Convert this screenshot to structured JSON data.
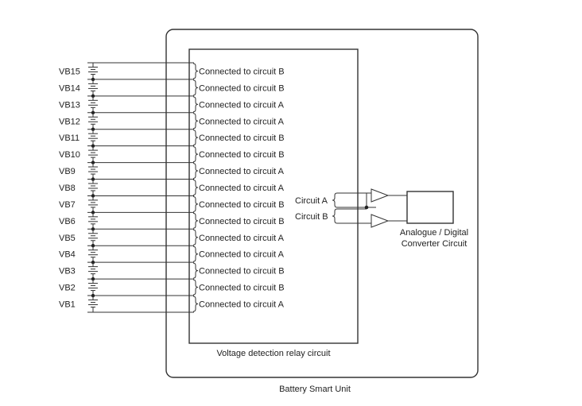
{
  "cells": [
    {
      "label": "VB15",
      "circuit": "Connected to circuit B"
    },
    {
      "label": "VB14",
      "circuit": "Connected to circuit B"
    },
    {
      "label": "VB13",
      "circuit": "Connected to circuit A"
    },
    {
      "label": "VB12",
      "circuit": "Connected to circuit A"
    },
    {
      "label": "VB11",
      "circuit": "Connected to circuit B"
    },
    {
      "label": "VB10",
      "circuit": "Connected to circuit B"
    },
    {
      "label": "VB9",
      "circuit": "Connected to circuit A"
    },
    {
      "label": "VB8",
      "circuit": "Connected to circuit A"
    },
    {
      "label": "VB7",
      "circuit": "Connected to circuit B"
    },
    {
      "label": "VB6",
      "circuit": "Connected to circuit B"
    },
    {
      "label": "VB5",
      "circuit": "Connected to circuit A"
    },
    {
      "label": "VB4",
      "circuit": "Connected to circuit A"
    },
    {
      "label": "VB3",
      "circuit": "Connected to circuit B"
    },
    {
      "label": "VB2",
      "circuit": "Connected to circuit B"
    },
    {
      "label": "VB1",
      "circuit": "Connected to circuit A"
    }
  ],
  "circuit_a_label": "Circuit A",
  "circuit_b_label": "Circuit B",
  "adc_label_line1": "Analogue / Digital",
  "adc_label_line2": "Converter Circuit",
  "relay_label": "Voltage detection relay circuit",
  "unit_label": "Battery Smart Unit"
}
